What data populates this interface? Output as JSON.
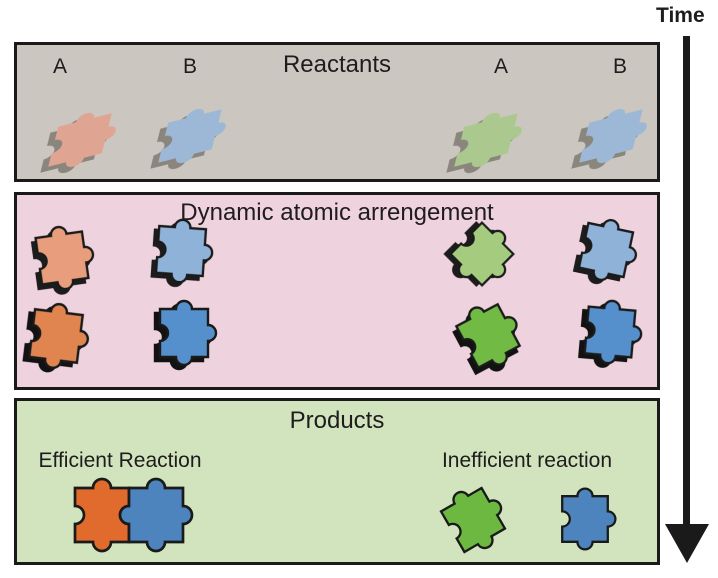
{
  "time_axis": {
    "label": "Time",
    "color": "#1a1a1a"
  },
  "style": {
    "band_border_color": "#1a1a1a",
    "reactant_shadow_color": "#8a867e"
  },
  "reactants": {
    "title": "Reactants",
    "background": "#cbc7c0",
    "labels": [
      "A",
      "B",
      "A",
      "B"
    ],
    "pieces": {
      "a_left": {
        "name": "reactant-A-left",
        "color": "#dfa492"
      },
      "b_left": {
        "name": "reactant-B-left",
        "color": "#9db8d6"
      },
      "a_right": {
        "name": "reactant-A-right",
        "color": "#abc98e"
      },
      "b_right": {
        "name": "reactant-B-right",
        "color": "#9db8d6"
      }
    }
  },
  "arrangement": {
    "title": "Dynamic atomic arrengement",
    "background": "#eed2de",
    "row1": {
      "a_left": {
        "color": "#e89d7c"
      },
      "b_left": {
        "color": "#8fb2d8"
      },
      "a_right": {
        "color": "#a5cc7e"
      },
      "b_right": {
        "color": "#8fb2d8"
      }
    },
    "row2": {
      "a_left": {
        "color": "#e0854f"
      },
      "b_left": {
        "color": "#5590cc"
      },
      "a_right": {
        "color": "#71bb44"
      },
      "b_right": {
        "color": "#5590cc"
      }
    }
  },
  "products": {
    "title": "Products",
    "background": "#d2e4bd",
    "efficient": {
      "label": "Efficient Reaction",
      "piece_a_color": "#e06b2c",
      "piece_b_color": "#4d84bd"
    },
    "inefficient": {
      "label": "Inefficient reaction",
      "piece_a_color": "#6cb841",
      "piece_b_color": "#4d84bd"
    }
  }
}
